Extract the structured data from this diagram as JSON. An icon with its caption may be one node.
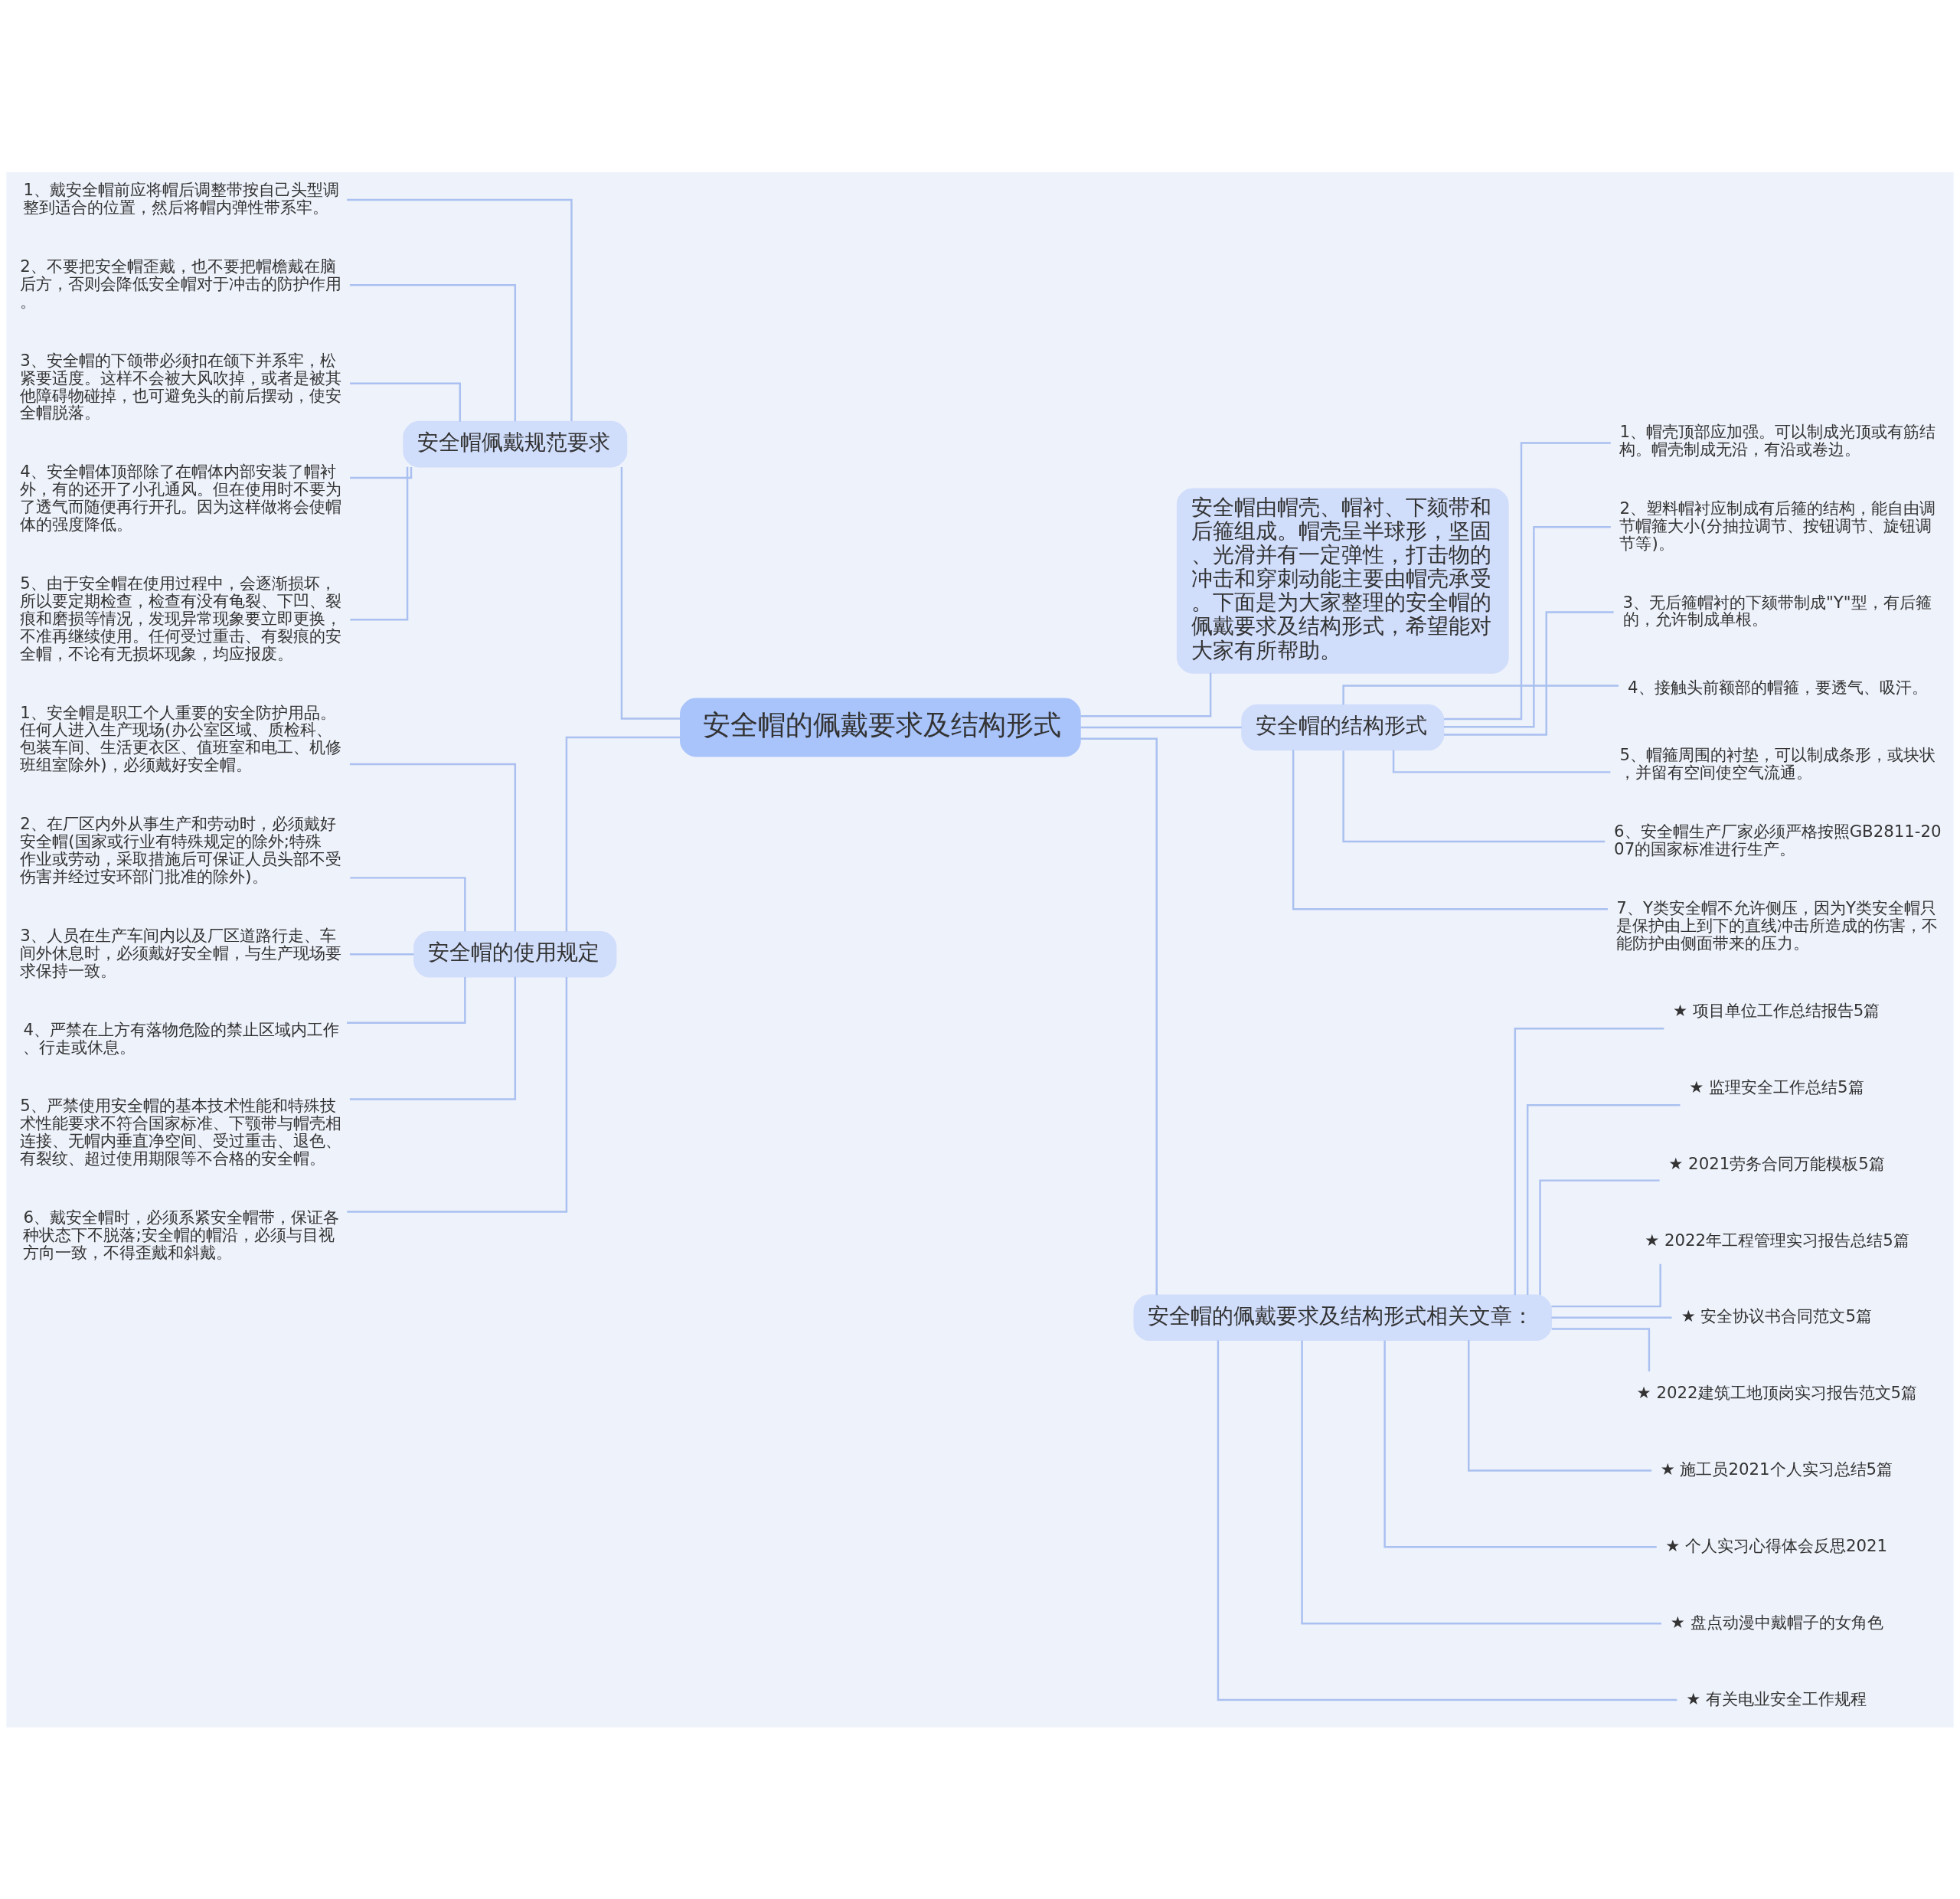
{
  "diagram": {
    "nodes": [
      {
        "text": [
          "安全帽的佩戴要求及结构形式"
        ]
      },
      {
        "text": [
          "安全帽佩戴规范要求"
        ]
      },
      {
        "text": [
          "1、戴安全帽前应将帽后调整带按自己头型调整到适合的位置，然后将帽内弹性带系牢。"
        ]
      },
      {
        "text": [
          "2、不要把安全帽歪戴，也不要把帽檐戴在脑后方，否则会降低安全帽对于冲击的防护作用。"
        ]
      },
      {
        "text": [
          "3、安全帽的下颌带必须扣在颌下并系牢，松紧要适度。这样不会被大风吹掉，或者是被其他障碍物碰掉，也可避免头的前后摆动，使安全帽脱落。"
        ]
      },
      {
        "text": [
          "4、安全帽体顶部除了在帽体内部安装了帽衬外，有的还开了小孔通风。但在使用时不要为了透气而随便再行开孔。因为这样做将会使帽体的强度降低。"
        ]
      },
      {
        "text": [
          "5、由于安全帽在使用过程中，会逐渐损坏，所以要定期检查，检查有没有龟裂、下凹、裂痕和磨损等情况，发现异常现象要立即更换，不准再继续使用。任何受过重击、有裂痕的安全帽，不论有无损坏现象，均应报废。"
        ]
      },
      {
        "text": [
          "安全帽的使用规定"
        ]
      },
      {
        "text": [
          "1、安全帽是职工个人重要的安全防护用品。任何人进入生产现场(办公室区域、质检科、包装车间、生活更衣区、值班室和电工、机修班组室除外)，必须戴好安全帽。"
        ]
      },
      {
        "text": [
          "2、在厂区内外从事生产和劳动时，必须戴好安全帽(国家或行业有特殊规定的除外;特殊作业或劳动，采取措施后可保证人员头部不受伤害并经过安环部门批准的除外)。"
        ]
      },
      {
        "text": [
          "3、人员在生产车间内以及厂区道路行走、车间外休息时，必须戴好安全帽，与生产现场要求保持一致。"
        ]
      },
      {
        "text": [
          "4、严禁在上方有落物危险的禁止区域内工作、行走或休息。"
        ]
      },
      {
        "text": [
          "5、严禁使用安全帽的基本技术性能和特殊技术性能要求不符合国家标准、下颚带与帽壳相连接、无帽内垂直净空间、受过重击、退色、有裂纹、超过使用期限等不合格的安全帽。"
        ]
      },
      {
        "text": [
          "6、戴安全帽时，必须系紧安全帽带，保证各种状态下不脱落;安全帽的帽沿，必须与目视方向一致，不得歪戴和斜戴。"
        ]
      },
      {
        "text": [
          "安全帽由帽壳、帽衬、下颏带和后箍组成。帽壳呈半球形，坚固、光滑并有一定弹性，打击物的冲击和穿刺动能主要由帽壳承受。下面是为大家整理的安全帽的佩戴要求及结构形式，希望能对大家有所帮助。"
        ]
      },
      {
        "text": [
          "安全帽的结构形式"
        ]
      },
      {
        "text": [
          "1、帽壳顶部应加强。可以制成光顶或有筋结构。帽壳制成无沿，有沿或卷边。"
        ]
      },
      {
        "text": [
          "2、塑料帽衬应制成有后箍的结构，能自由调节帽箍大小(分抽拉调节、按钮调节、旋钮调节等)。"
        ]
      },
      {
        "text": [
          "3、无后箍帽衬的下颏带制成\"Y\"型，有后箍的，允许制成单根。"
        ]
      },
      {
        "text": [
          "4、接触头前额部的帽箍，要透气、吸汗。"
        ]
      },
      {
        "text": [
          "5、帽箍周围的衬垫，可以制成条形，或块状，并留有空间使空气流通。"
        ]
      },
      {
        "text": [
          "6、安全帽生产厂家必须严格按照GB2811-2007的国家标准进行生产。"
        ]
      },
      {
        "text": [
          "7、Y类安全帽不允许侧压，因为Y类安全帽只是保护由上到下的直线冲击所造成的伤害，不能防护由侧面带来的压力。"
        ]
      },
      {
        "text": [
          "安全帽的佩戴要求及结构形式相关文章："
        ]
      },
      {
        "text": [
          "★ 项目单位工作总结报告5篇"
        ]
      },
      {
        "text": [
          "★ 监理安全工作总结5篇"
        ]
      },
      {
        "text": [
          "★ 2021劳务合同万能模板5篇"
        ]
      },
      {
        "text": [
          "★ 2022年工程管理实习报告总结5篇"
        ]
      },
      {
        "text": [
          "★ 安全协议书合同范文5篇"
        ]
      },
      {
        "text": [
          "★ 2022建筑工地顶岗实习报告范文5篇"
        ]
      },
      {
        "text": [
          "★ 施工员2021个人实习总结5篇"
        ]
      },
      {
        "text": [
          "★ 个人实习心得体会反思2021"
        ]
      },
      {
        "text": [
          "★ 盘点动漫中戴帽子的女角色"
        ]
      },
      {
        "text": [
          "★ 有关电业安全工作规程"
        ]
      }
    ],
    "edges": [
      {
        "from": 0,
        "to": 1,
        "arrow": "none"
      },
      {
        "from": 1,
        "to": 2,
        "arrow": "none"
      },
      {
        "from": 1,
        "to": 3,
        "arrow": "none"
      },
      {
        "from": 1,
        "to": 4,
        "arrow": "none"
      },
      {
        "from": 1,
        "to": 5,
        "arrow": "none"
      },
      {
        "from": 1,
        "to": 6,
        "arrow": "none"
      },
      {
        "from": 0,
        "to": 7,
        "arrow": "none"
      },
      {
        "from": 7,
        "to": 8,
        "arrow": "none"
      },
      {
        "from": 7,
        "to": 9,
        "arrow": "none"
      },
      {
        "from": 7,
        "to": 10,
        "arrow": "none"
      },
      {
        "from": 7,
        "to": 11,
        "arrow": "none"
      },
      {
        "from": 7,
        "to": 12,
        "arrow": "none"
      },
      {
        "from": 7,
        "to": 13,
        "arrow": "none"
      },
      {
        "from": 0,
        "to": 14,
        "arrow": "none"
      },
      {
        "from": 0,
        "to": 15,
        "arrow": "none"
      },
      {
        "from": 15,
        "to": 16,
        "arrow": "none"
      },
      {
        "from": 15,
        "to": 17,
        "arrow": "none"
      },
      {
        "from": 15,
        "to": 18,
        "arrow": "none"
      },
      {
        "from": 15,
        "to": 19,
        "arrow": "none"
      },
      {
        "from": 15,
        "to": 20,
        "arrow": "none"
      },
      {
        "from": 15,
        "to": 21,
        "arrow": "none"
      },
      {
        "from": 15,
        "to": 22,
        "arrow": "none"
      },
      {
        "from": 0,
        "to": 23,
        "arrow": "none"
      },
      {
        "from": 23,
        "to": 24,
        "arrow": "none"
      },
      {
        "from": 23,
        "to": 25,
        "arrow": "none"
      },
      {
        "from": 23,
        "to": 26,
        "arrow": "none"
      },
      {
        "from": 23,
        "to": 27,
        "arrow": "none"
      },
      {
        "from": 23,
        "to": 28,
        "arrow": "none"
      },
      {
        "from": 23,
        "to": 29,
        "arrow": "none"
      },
      {
        "from": 23,
        "to": 30,
        "arrow": "none"
      },
      {
        "from": 23,
        "to": 31,
        "arrow": "none"
      },
      {
        "from": 23,
        "to": 32,
        "arrow": "none"
      },
      {
        "from": 23,
        "to": 33,
        "arrow": "none"
      }
    ]
  }
}
